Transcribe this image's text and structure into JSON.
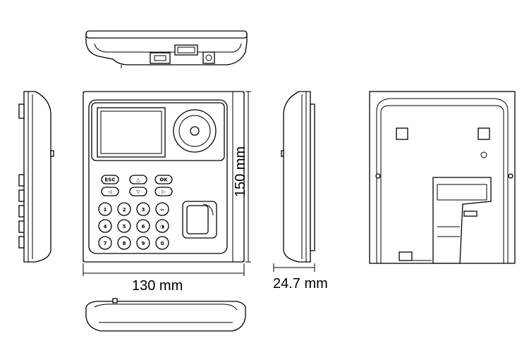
{
  "dimensions": {
    "width": "130 mm",
    "height": "150 mm",
    "depth": "24.7 mm"
  },
  "views": [
    "top-view",
    "left-side-view",
    "front-view",
    "right-side-view",
    "back-view",
    "bottom-view"
  ],
  "keypad": {
    "function_keys": [
      "ESC",
      "△",
      "OK",
      "◁",
      "▽",
      "▷"
    ],
    "number_keys": [
      "1",
      "2",
      "3",
      "⇦",
      "4",
      "5",
      "6",
      "◑",
      "7",
      "8",
      "9",
      "0"
    ]
  }
}
